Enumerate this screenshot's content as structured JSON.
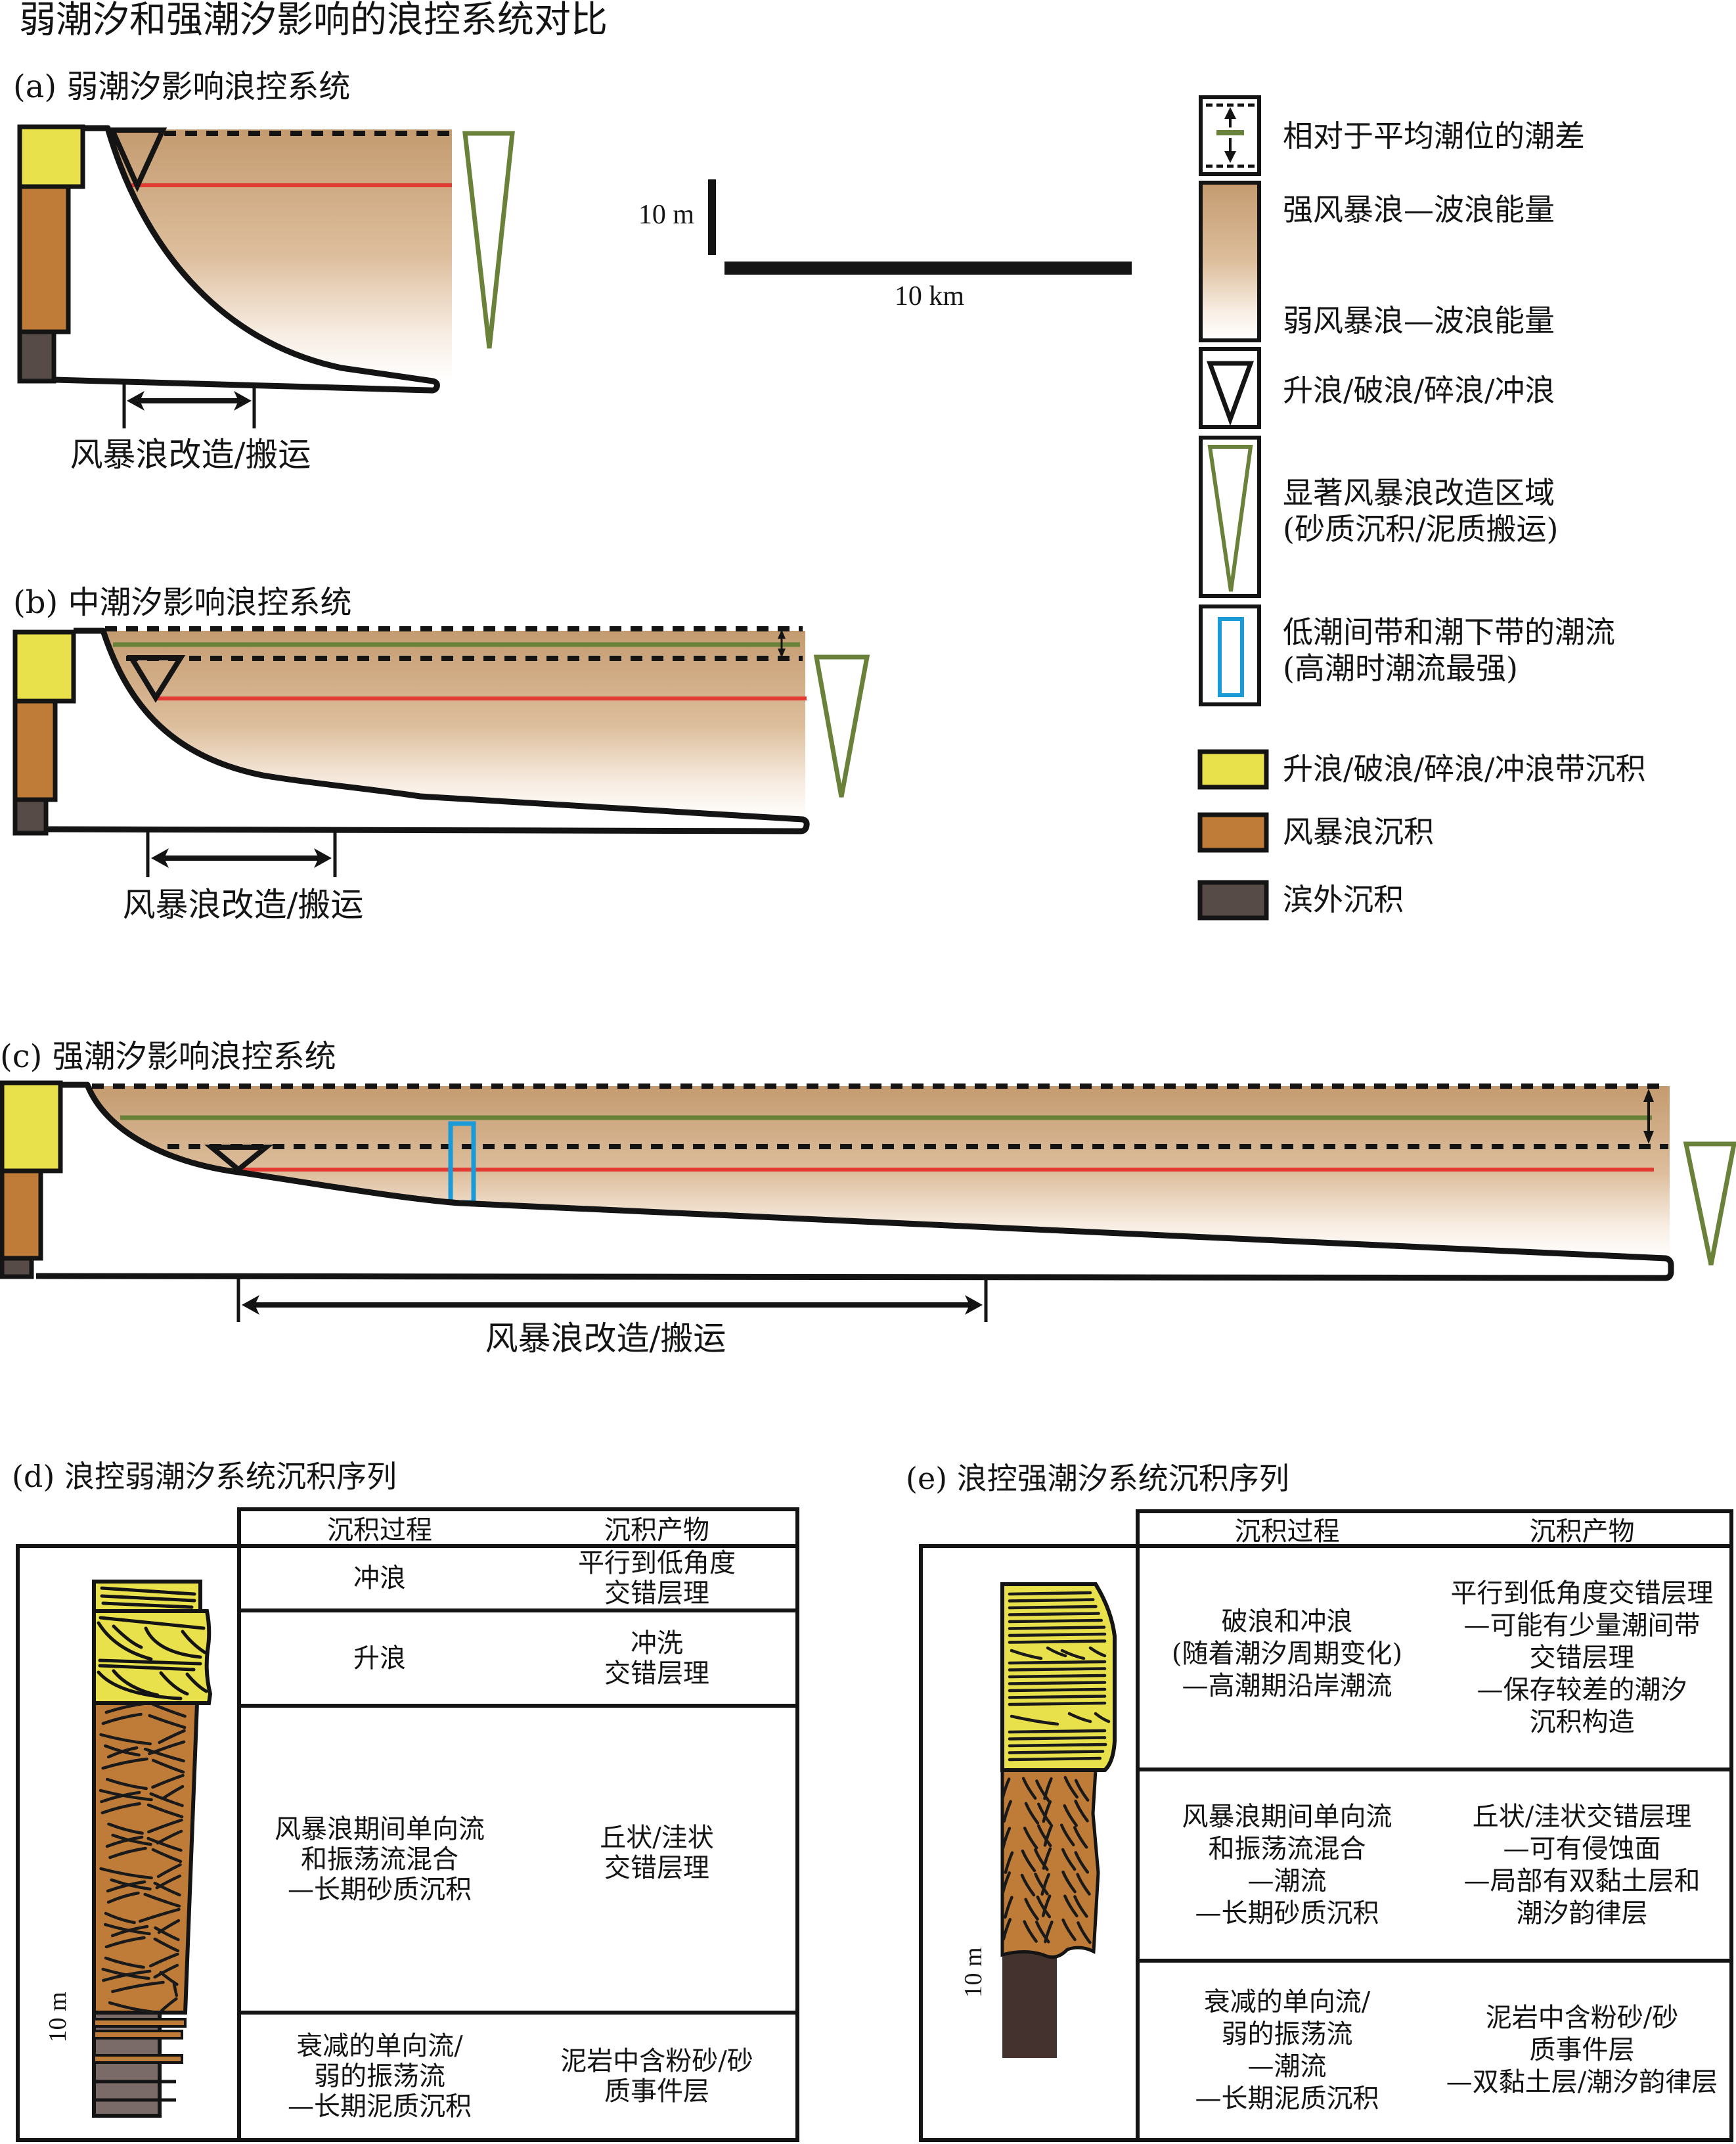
{
  "title": "弱潮汐和强潮汐影响的浪控系统对比",
  "panels": {
    "a": {
      "label": "(a) 弱潮汐影响浪控系统",
      "transport_label": "风暴浪改造/搬运"
    },
    "b": {
      "label": "(b) 中潮汐影响浪控系统",
      "transport_label": "风暴浪改造/搬运"
    },
    "c": {
      "label": "(c) 强潮汐影响浪控系统",
      "transport_label": "风暴浪改造/搬运"
    }
  },
  "scale_bar": {
    "vertical": "10 m",
    "horizontal": "10 km"
  },
  "legend": {
    "tidal_range": {
      "icon": "tidal-range-icon",
      "lines": [
        "相对于平均潮位的潮差"
      ]
    },
    "wave_energy": {
      "icon": "energy-gradient-icon",
      "high": "强风暴浪—波浪能量",
      "low": "弱风暴浪—波浪能量"
    },
    "wave_zone": {
      "icon": "breaker-triangle-icon",
      "lines": [
        "升浪/破浪/碎浪/冲浪"
      ]
    },
    "storm_zone": {
      "icon": "storm-wedge-icon",
      "lines": [
        "显著风暴浪改造区域",
        "(砂质沉积/泥质搬运)"
      ]
    },
    "tidal_current": {
      "icon": "tidal-current-box-icon",
      "lines": [
        "低潮间带和潮下带的潮流",
        "(高潮时潮流最强)"
      ]
    },
    "deposits": [
      {
        "icon": "yellow-swatch",
        "label": "升浪/破浪/碎浪/冲浪带沉积"
      },
      {
        "icon": "brown-swatch",
        "label": "风暴浪沉积"
      },
      {
        "icon": "dark-swatch",
        "label": "滨外沉积"
      }
    ]
  },
  "sequences": {
    "d": {
      "label": "(d) 浪控弱潮汐系统沉积序列",
      "scale": "10 m",
      "headers": [
        "沉积过程",
        "沉积产物"
      ],
      "rows": [
        {
          "process": [
            "冲浪"
          ],
          "product": [
            "平行到低角度",
            "交错层理"
          ]
        },
        {
          "process": [
            "升浪"
          ],
          "product": [
            "冲洗",
            "交错层理"
          ]
        },
        {
          "process": [
            "风暴浪期间单向流",
            "和振荡流混合",
            "—长期砂质沉积"
          ],
          "product": [
            "丘状/洼状",
            "交错层理"
          ]
        },
        {
          "process": [
            "衰减的单向流/",
            "弱的振荡流",
            "—长期泥质沉积"
          ],
          "product": [
            "泥岩中含粉砂/砂",
            "质事件层"
          ]
        }
      ]
    },
    "e": {
      "label": "(e) 浪控强潮汐系统沉积序列",
      "scale": "10 m",
      "headers": [
        "沉积过程",
        "沉积产物"
      ],
      "rows": [
        {
          "process": [
            "破浪和冲浪",
            "(随着潮汐周期变化)",
            "—高潮期沿岸潮流"
          ],
          "product": [
            "平行到低角度交错层理",
            "—可能有少量潮间带",
            "交错层理",
            "—保存较差的潮汐",
            "沉积构造"
          ]
        },
        {
          "process": [
            "风暴浪期间单向流",
            "和振荡流混合",
            "—潮流",
            "—长期砂质沉积"
          ],
          "product": [
            "丘状/洼状交错层理",
            "—可有侵蚀面",
            "—局部有双黏土层和",
            "潮汐韵律层"
          ]
        },
        {
          "process": [
            "衰减的单向流/",
            "弱的振荡流",
            "—潮流",
            "—长期泥质沉积"
          ],
          "product": [
            "泥岩中含粉砂/砂",
            "质事件层",
            "—双黏土层/潮汐韵律层"
          ]
        }
      ]
    }
  },
  "colors": {
    "nearshore_yellow": "#E8E14B",
    "storm_brown": "#BE7C38",
    "offshore_dark": "#574B47",
    "mean_tide_green": "#6A8139",
    "wave_base_red": "#E03A33",
    "tidal_current_blue": "#1A9AD6",
    "energy_high": "#C49B70",
    "energy_low": "#FFFFFF"
  }
}
